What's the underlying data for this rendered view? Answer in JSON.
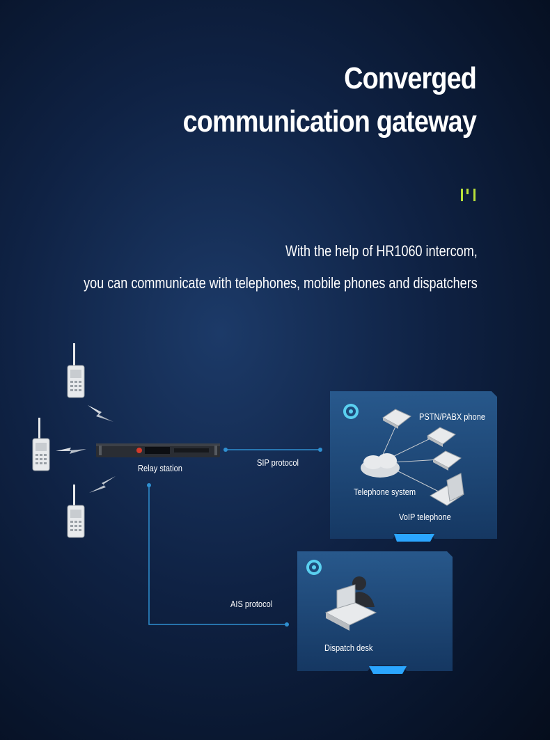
{
  "header": {
    "title_line1": "Converged",
    "title_line2": "communication gateway",
    "quote_mark": "”",
    "subtitle_line1": "With the help of HR1060 intercom,",
    "subtitle_line2": "you can communicate with telephones, mobile phones and dispatchers"
  },
  "diagram": {
    "relay_station": "Relay station",
    "sip_protocol": "SIP protocol",
    "ais_protocol": "AIS protocol",
    "pstn_phone": "PSTN/PABX phone",
    "telephone_system": "Telephone system",
    "voip_telephone": "VoIP telephone",
    "dispatch_desk": "Dispatch desk"
  },
  "colors": {
    "accent_green": "#b8e03a",
    "line_blue": "#2f8fd0",
    "panel": "#1e4a7a"
  }
}
